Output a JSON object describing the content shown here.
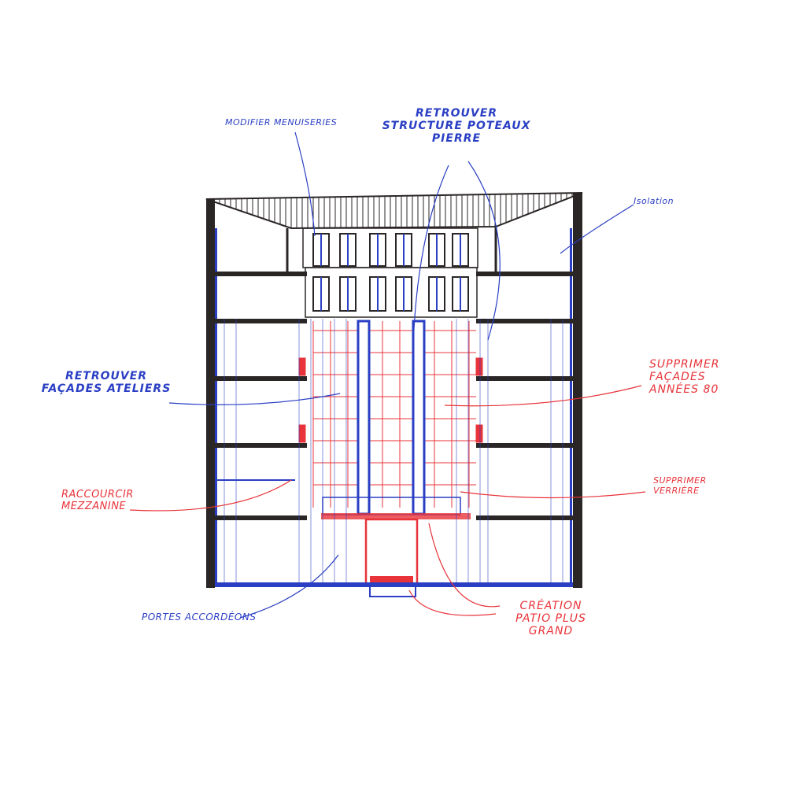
{
  "title": "Coupe - intentions de projet",
  "annotations": {
    "modifier_menuiseries": "Modifier menuiseries",
    "retrouver_structure": [
      "Retrouver",
      "structure poteaux",
      "pierre"
    ],
    "isolation": "Isolation",
    "retrouver_facades": [
      "Retrouver",
      "façades ateliers"
    ],
    "supprimer_facades": [
      "Supprimer",
      "façades",
      "années 80"
    ],
    "raccourcir_mezzanine": [
      "Raccourcir",
      "mezzanine"
    ],
    "supprimer_verriere": [
      "Supprimer",
      "verrière"
    ],
    "portes_accordeons": "Portes accordéons",
    "creation_patio": [
      "Création",
      "patio plus grand"
    ]
  },
  "colors": {
    "ink": "#2b2626",
    "blue": "#2a3fc4",
    "red": "#e8333a"
  }
}
